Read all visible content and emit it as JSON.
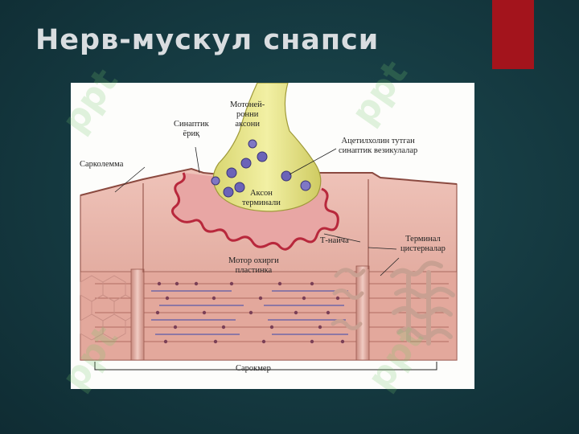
{
  "slide": {
    "title": "Нерв-мускул снапси"
  },
  "figure": {
    "labels": {
      "motor_neuron_axon": "Мотоней-\nронни\nаксони",
      "synaptic_cleft": "Синаптик\nёриқ",
      "ach_vesicles": "Ацетилхолин тутган\nсинаптик везикулалар",
      "sarcolemma": "Сарколемма",
      "axon_terminal": "Аксон\nтерминали",
      "t_tubule": "Т-найча",
      "terminal_cisterns": "Терминал\nцистерналар",
      "motor_end_plate": "Мотор охирги\nпластинка",
      "sarcomere": "Сарокмер"
    }
  },
  "watermark": {
    "text": "ppt"
  },
  "colors": {
    "accent_bar": "#a3141c",
    "axon_terminal": "#e9e68a",
    "muscle_fiber": "#e8b4aa",
    "end_plate": "#c0364a",
    "vesicle": "#6b63b8"
  }
}
